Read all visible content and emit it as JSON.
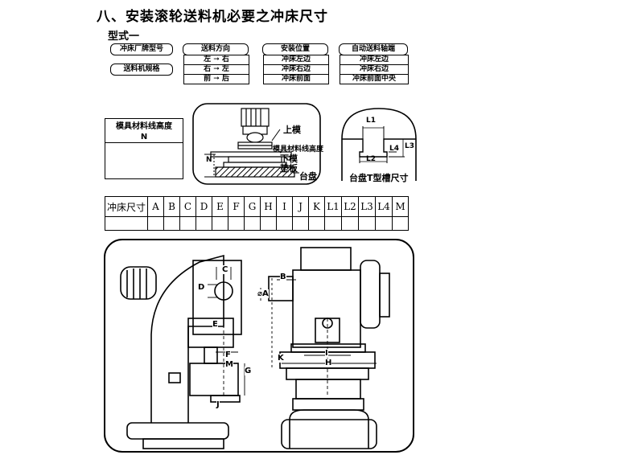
{
  "heading": "八、安装滚轮送料机必要之冲床尺寸",
  "subheading": "型式一",
  "left_labels": {
    "press_brand": "冲床厂牌型号",
    "feeder_spec": "送料机规格"
  },
  "options": [
    {
      "header": "送料方向",
      "rows": [
        "左 ➞ 右",
        "右 ➞ 左",
        "前 ➞ 后"
      ]
    },
    {
      "header": "安装位置",
      "rows": [
        "冲床左边",
        "冲床右边",
        "冲床前面"
      ]
    },
    {
      "header": "自动送料轴端",
      "rows": [
        "冲床左边",
        "冲床右边",
        "冲床前面中央"
      ]
    }
  ],
  "mold_box": {
    "line1": "模具材料线高度",
    "line2": "N"
  },
  "mold_diagram": {
    "upper_die": "上模",
    "feed_height": "模具材料线高度",
    "lower_die": "下模",
    "pad": "垫板",
    "table": "台盘",
    "n": "N"
  },
  "tslot_diagram": {
    "caption": "台盘T型槽尺寸",
    "l1": "L1",
    "l2": "L2",
    "l3": "L3",
    "l4": "L4"
  },
  "dims_table": {
    "row_label": "冲床尺寸",
    "columns": [
      "A",
      "B",
      "C",
      "D",
      "E",
      "F",
      "G",
      "H",
      "I",
      "J",
      "K",
      "L1",
      "L2",
      "L3",
      "L4",
      "M"
    ]
  },
  "press_labels": {
    "c": "C",
    "d": "D",
    "e": "E",
    "f": "F",
    "m": "M",
    "g": "G",
    "j": "J",
    "b": "B",
    "a": "⌀A",
    "i": "I",
    "h": "H",
    "k": "K"
  }
}
